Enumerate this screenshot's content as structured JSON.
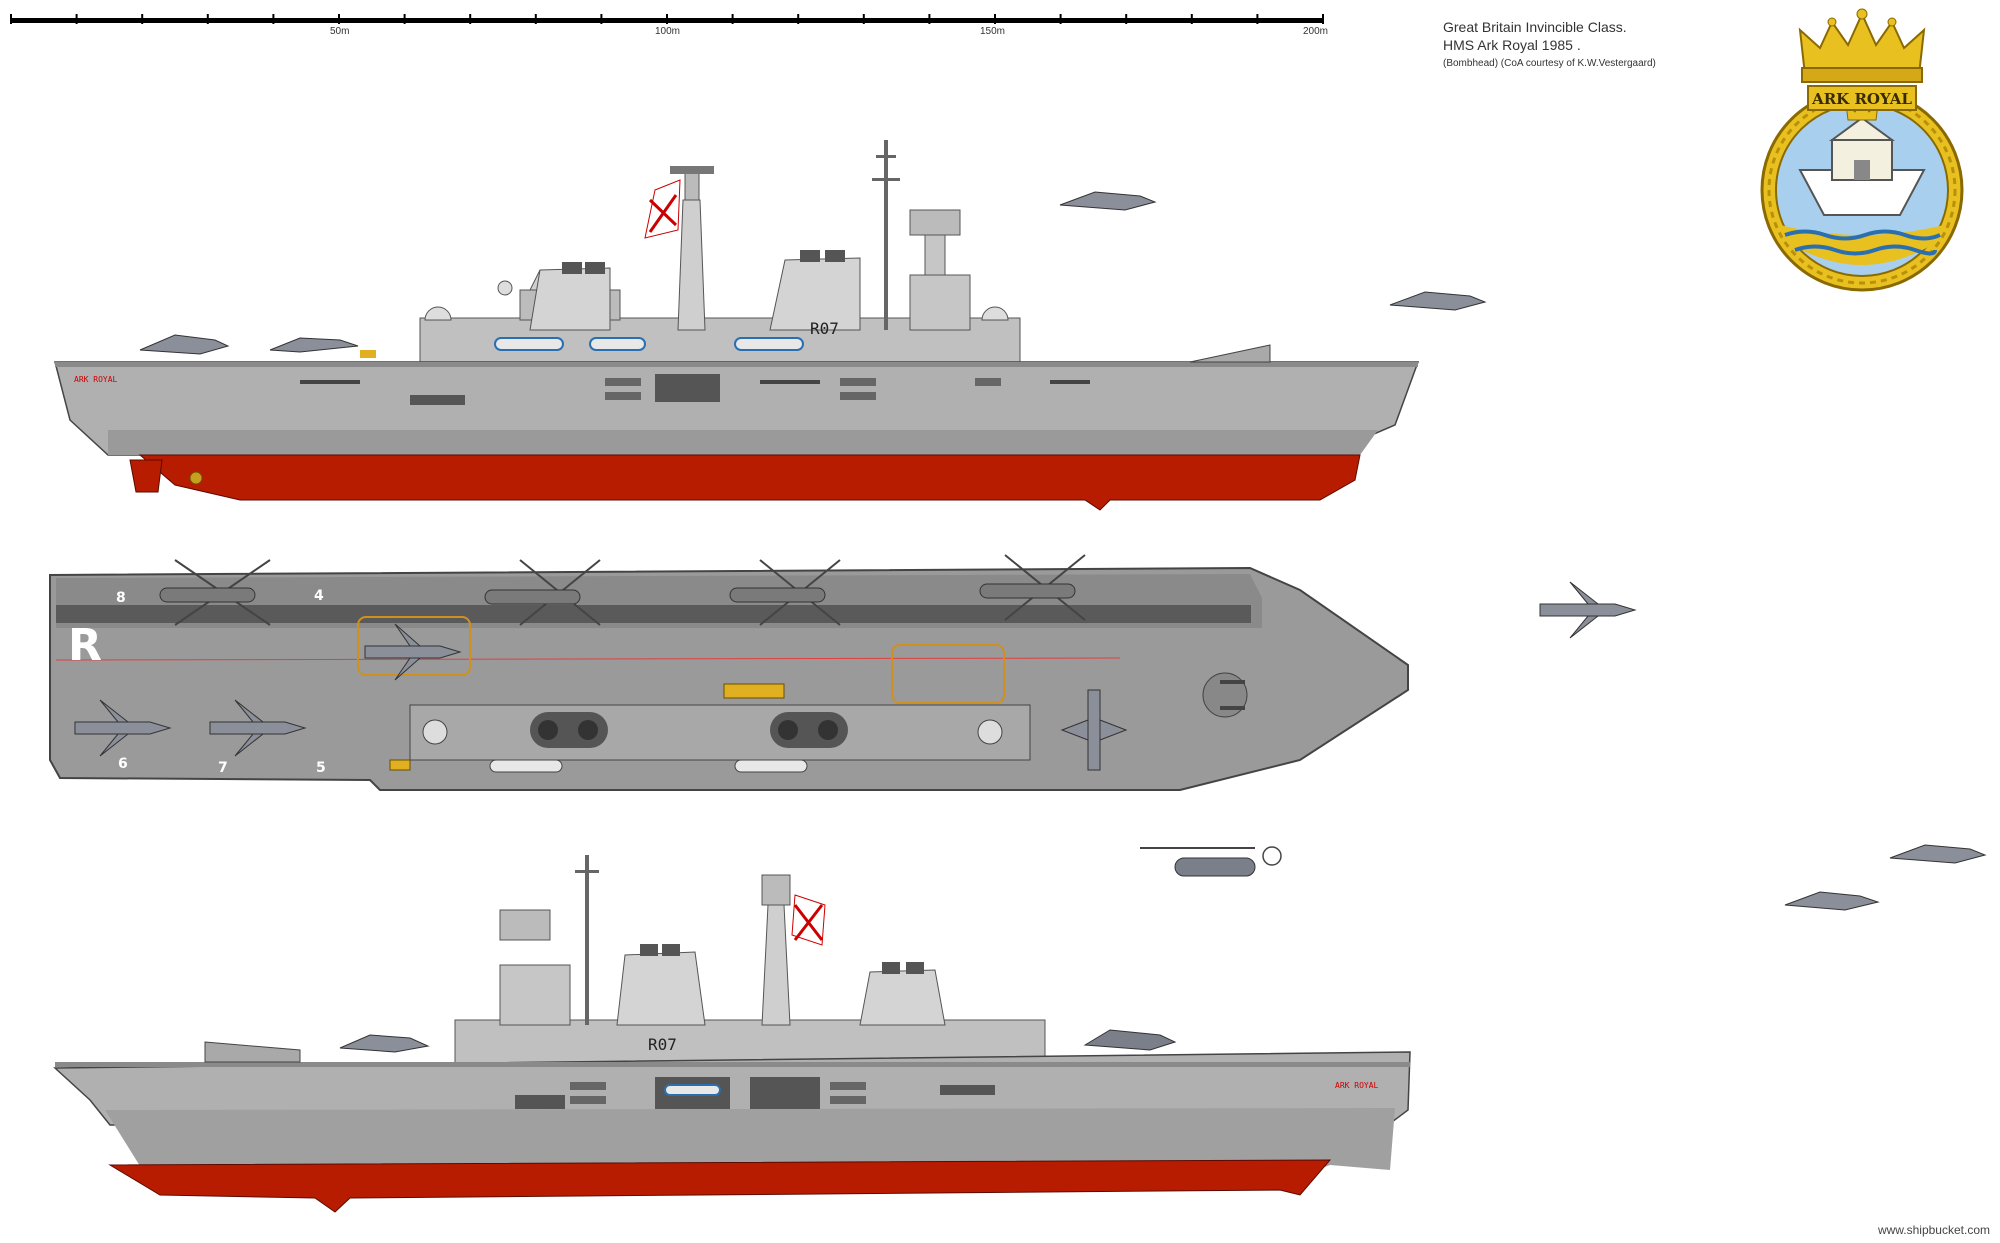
{
  "title": {
    "line1": "Great Britain Invincible Class.",
    "line2": "HMS  Ark Royal  1985 .",
    "line3": "(Bombhead)  (CoA courtesy of  K.W.Vestergaard)"
  },
  "scale": {
    "ticks": [
      {
        "label": "50m",
        "meters": 50
      },
      {
        "label": "100m",
        "meters": 100
      },
      {
        "label": "150m",
        "meters": 150
      },
      {
        "label": "200m",
        "meters": 200
      }
    ]
  },
  "crest": {
    "banner": "ARK ROYAL"
  },
  "ship": {
    "pennant": "R07",
    "name_label": "ARK ROYAL",
    "deck_letter": "R",
    "spot_numbers_top": [
      "8",
      "4"
    ],
    "spot_numbers_bottom": [
      "6",
      "7",
      "5"
    ]
  },
  "credit": "www.shipbucket.com",
  "colors": {
    "hull_grey": "#a9a9a9",
    "upper_grey": "#b7b7b7",
    "deck_grey": "#8a8a8a",
    "antifouling_red": "#b81c00",
    "runway": "#5a5a5a",
    "crest_gold": "#e8c020",
    "crest_blue": "#a8d0ee"
  }
}
